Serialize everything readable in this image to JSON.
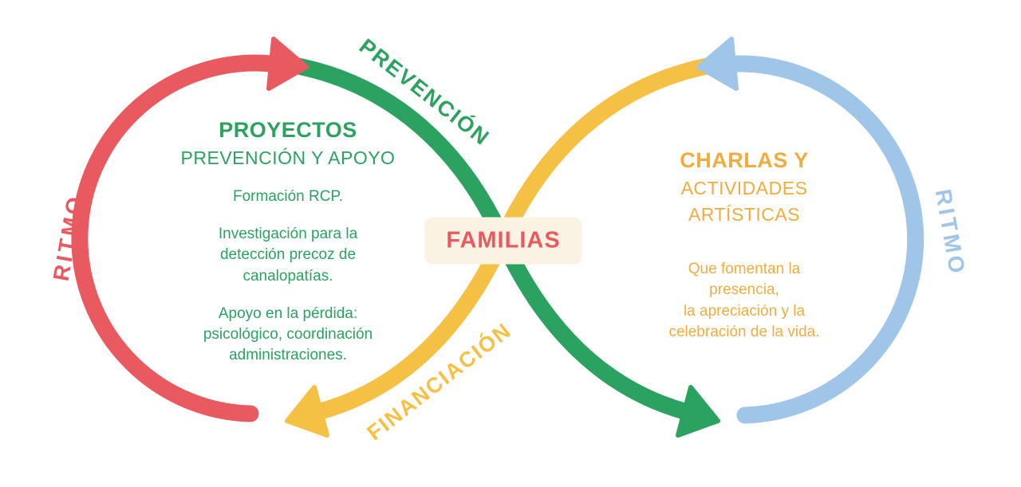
{
  "colors": {
    "red": "#E95A60",
    "green": "#2BA25F",
    "yellow": "#F5C144",
    "yellow_text": "#EFAD3F",
    "blue": "#9FC5E8",
    "badge_bg": "#FAF3E3",
    "background": "#FFFFFF"
  },
  "center": {
    "label": "FAMILIAS"
  },
  "path_labels": {
    "prevencion": "PREVENCIÓN",
    "financiacion": "FINANCIACIÓN",
    "ritmo_left": "RITMO",
    "ritmo_right": "RITMO"
  },
  "left_circle": {
    "heading_line1": "PROYECTOS",
    "heading_line2": "PREVENCIÓN Y APOYO",
    "paragraphs": [
      "Formación RCP.",
      "Investigación para la\ndetección precoz de\ncanalopatías.",
      "Apoyo en la pérdida:\npsicológico, coordinación\nadministraciones."
    ]
  },
  "right_circle": {
    "heading_line1": "CHARLAS Y",
    "heading_line2": "ACTIVIDADES",
    "heading_line3": "ARTÍSTICAS",
    "paragraphs": [
      "Que fomentan la\npresencia,\nla apreciación y la\ncelebración de la vida."
    ]
  }
}
